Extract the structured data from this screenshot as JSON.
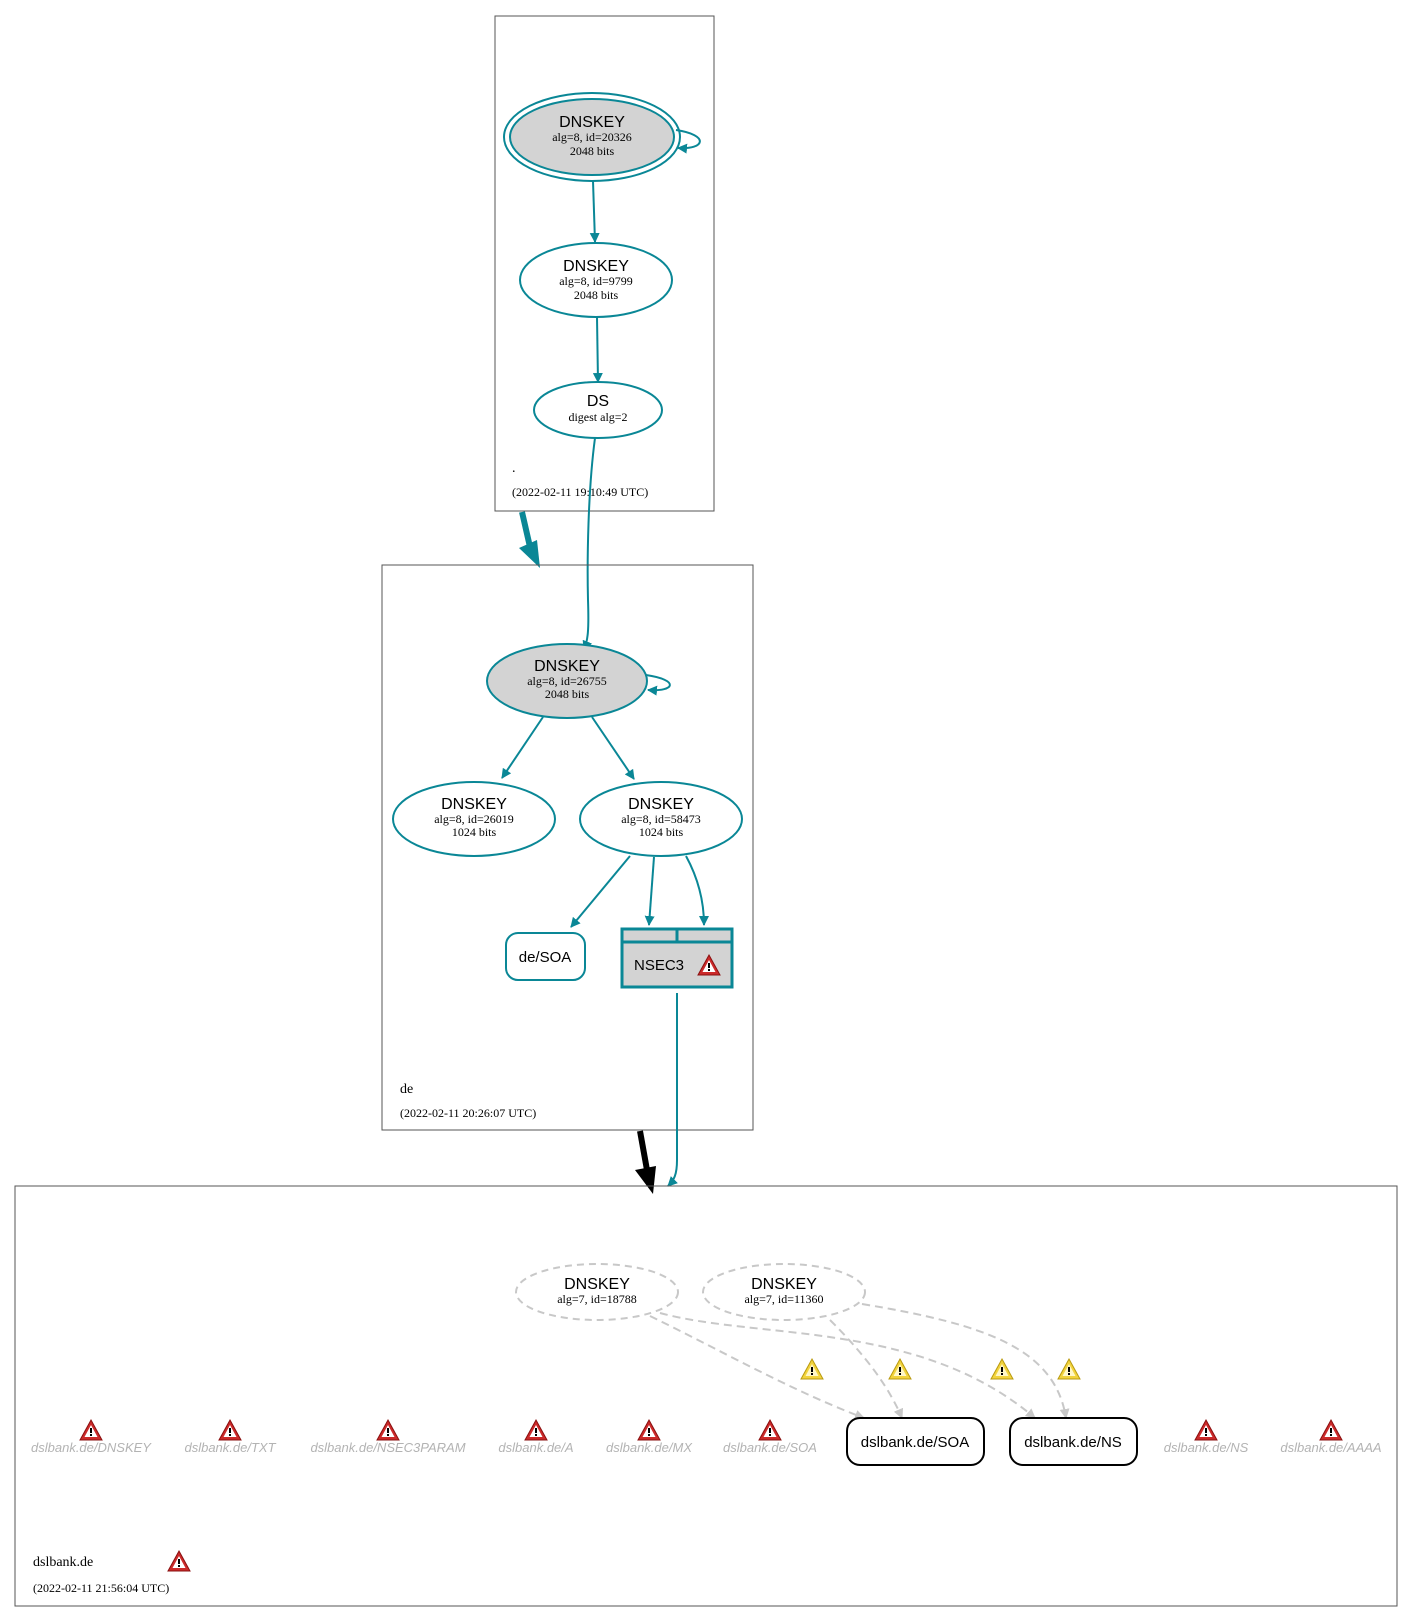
{
  "zones": {
    "root": {
      "name": ".",
      "date": "(2022-02-11 19:10:49 UTC)",
      "ksk": {
        "title": "DNSKEY",
        "line1": "alg=8, id=20326",
        "line2": "2048 bits"
      },
      "zsk": {
        "title": "DNSKEY",
        "line1": "alg=8, id=9799",
        "line2": "2048 bits"
      },
      "ds": {
        "title": "DS",
        "line1": "digest alg=2"
      }
    },
    "de": {
      "name": "de",
      "date": "(2022-02-11 20:26:07 UTC)",
      "ksk": {
        "title": "DNSKEY",
        "line1": "alg=8, id=26755",
        "line2": "2048 bits"
      },
      "zsk1": {
        "title": "DNSKEY",
        "line1": "alg=8, id=26019",
        "line2": "1024 bits"
      },
      "zsk2": {
        "title": "DNSKEY",
        "line1": "alg=8, id=58473",
        "line2": "1024 bits"
      },
      "soa": "de/SOA",
      "nsec3": "NSEC3"
    },
    "dslbank": {
      "name": "dslbank.de",
      "date": "(2022-02-11 21:56:04 UTC)",
      "key1": {
        "title": "DNSKEY",
        "line1": "alg=7, id=18788"
      },
      "key2": {
        "title": "DNSKEY",
        "line1": "alg=7, id=11360"
      },
      "soa": "dslbank.de/SOA",
      "ns": "dslbank.de/NS",
      "errors": [
        "dslbank.de/DNSKEY",
        "dslbank.de/TXT",
        "dslbank.de/NSEC3PARAM",
        "dslbank.de/A",
        "dslbank.de/MX",
        "dslbank.de/SOA",
        "dslbank.de/NS",
        "dslbank.de/AAAA"
      ]
    }
  },
  "colors": {
    "secure": "#0a8796",
    "key_fill": "#d3d3d3",
    "insecure": "#c8c8c8",
    "error": "#cc2a2a",
    "warning": "#f2d33c"
  }
}
